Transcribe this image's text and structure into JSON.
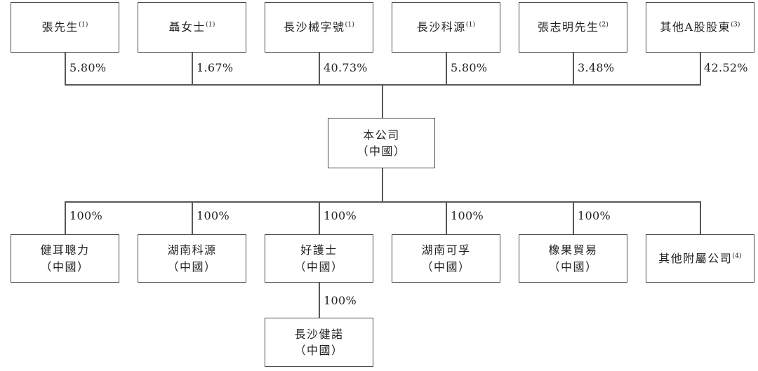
{
  "diagram": {
    "title_hint": "shareholding-structure-chart",
    "colors": {
      "background": "#ffffff",
      "line": "#5a5657",
      "text": "#231f20"
    },
    "shareholders": [
      {
        "name": "張先生",
        "note": "(1)",
        "pct": "5.80%"
      },
      {
        "name": "聶女士",
        "note": "(1)",
        "pct": "1.67%"
      },
      {
        "name": "長沙械字號",
        "note": "(1)",
        "pct": "40.73%"
      },
      {
        "name": "長沙科源",
        "note": "(1)",
        "pct": "5.80%"
      },
      {
        "name": "張志明先生",
        "note": "(2)",
        "pct": "3.48%"
      },
      {
        "name": "其他A股股東",
        "note": "(3)",
        "pct": "42.52%"
      }
    ],
    "company": {
      "name": "本公司",
      "jurisdiction": "（中國）"
    },
    "subsidiaries": [
      {
        "name": "健耳聰力",
        "jurisdiction": "（中國）",
        "pct": "100%"
      },
      {
        "name": "湖南科源",
        "jurisdiction": "（中國）",
        "pct": "100%"
      },
      {
        "name": "好護士",
        "jurisdiction": "（中國）",
        "pct": "100%"
      },
      {
        "name": "湖南可孚",
        "jurisdiction": "（中國）",
        "pct": "100%"
      },
      {
        "name": "橡果貿易",
        "jurisdiction": "（中國）",
        "pct": "100%"
      },
      {
        "name": "其他附屬公司",
        "note": "(4)"
      }
    ],
    "sub_subsidiary": {
      "name": "長沙健諾",
      "jurisdiction": "（中國）",
      "pct": "100%",
      "parent": "好護士"
    }
  }
}
